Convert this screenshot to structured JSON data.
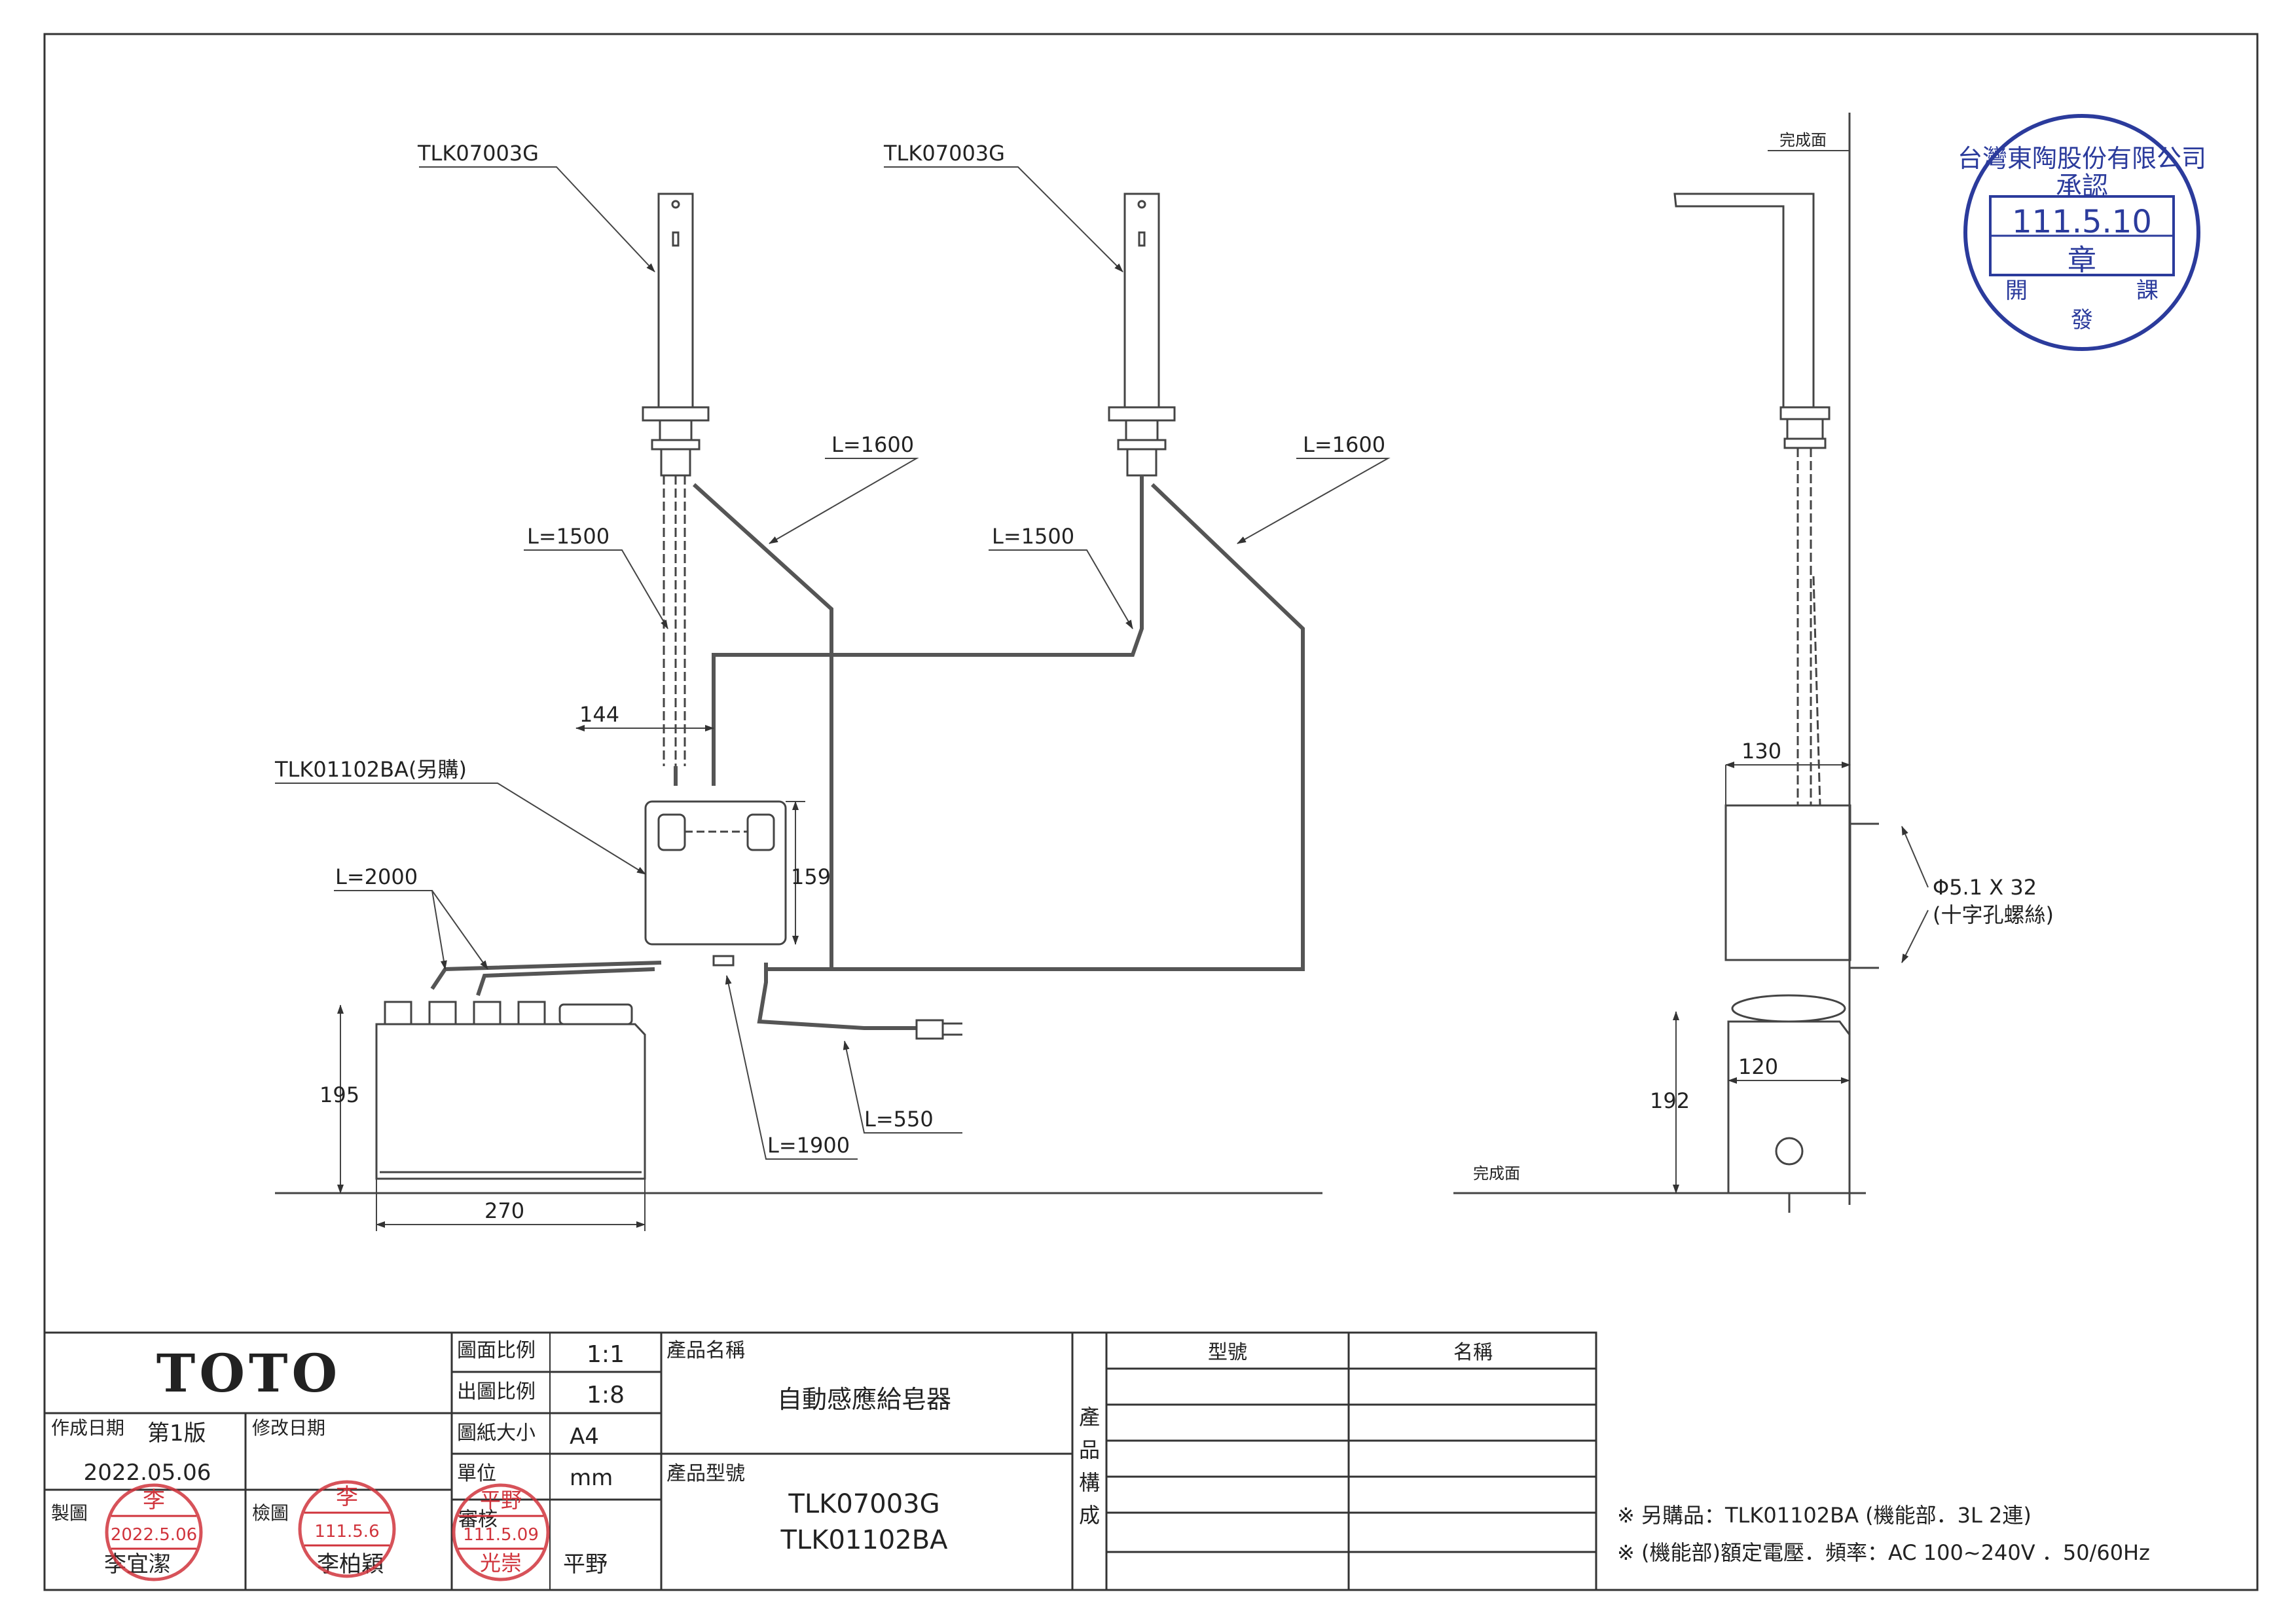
{
  "drawing": {
    "front_view": {
      "faucet_left_model": "TLK07003G",
      "faucet_right_model": "TLK07003G",
      "left_cable_l1500": "L=1500",
      "left_cable_l1600": "L=1600",
      "right_cable_l1500": "L=1500",
      "right_cable_l1600": "L=1600",
      "unit_model": "TLK01102BA(另購)",
      "tank_hoses": "L=2000",
      "power_cord": "L=550",
      "unit_cable": "L=1900",
      "dim_unit_width": "144",
      "dim_unit_height": "159",
      "dim_tank_height": "195",
      "dim_tank_width": "270"
    },
    "side_view": {
      "finish_surface_top": "完成面",
      "finish_surface_floor": "完成面",
      "dim_unit_depth": "130",
      "dim_tank_depth": "120",
      "dim_tank_height": "192",
      "screw_spec": "Φ5.1 X 32",
      "screw_type": "(十字孔螺絲)"
    },
    "approval_stamp": {
      "company": "台灣東陶股份有限公司",
      "title": "承認",
      "date": "111.5.10",
      "seal": "章",
      "dept_left": "開",
      "dept_mid": "發",
      "dept_right": "課"
    }
  },
  "title_block": {
    "brand": "TOTO",
    "scale_drawing_label": "圖面比例",
    "scale_drawing_value": "1:1",
    "scale_output_label": "出圖比例",
    "scale_output_value": "1:8",
    "paper_size_label": "圖紙大小",
    "paper_size_value": "A4",
    "unit_label": "單位",
    "unit_value": "mm",
    "created_label": "作成日期",
    "version": "第1版",
    "revised_label": "修改日期",
    "created_date": "2022.05.06",
    "drawn_label": "製圖",
    "drawn_by": "李宜潔",
    "drawn_stamp_name": "李",
    "drawn_stamp_date": "2022.5.06",
    "checked_label": "檢圖",
    "checked_by": "李柏穎",
    "checked_stamp_name": "李",
    "checked_stamp_date": "111.5.6",
    "reviewed_label": "審核",
    "reviewed_by": "平野",
    "reviewed_stamp_name": "平野",
    "reviewed_stamp_date": "111.5.09",
    "reviewed_stamp_name2": "光崇",
    "product_name_label": "產品名稱",
    "product_name": "自動感應給皂器",
    "product_model_label": "產品型號",
    "product_model_1": "TLK07003G",
    "product_model_2": "TLK01102BA",
    "composition_label_1": "產",
    "composition_label_2": "品",
    "composition_label_3": "構",
    "composition_label_4": "成",
    "col_model": "型號",
    "col_name": "名稱",
    "note_1": "※ 另購品：TLK01102BA (機能部．3L 2連)",
    "note_2": "※ (機能部)額定電壓．頻率：AC 100~240V ．50/60Hz"
  }
}
